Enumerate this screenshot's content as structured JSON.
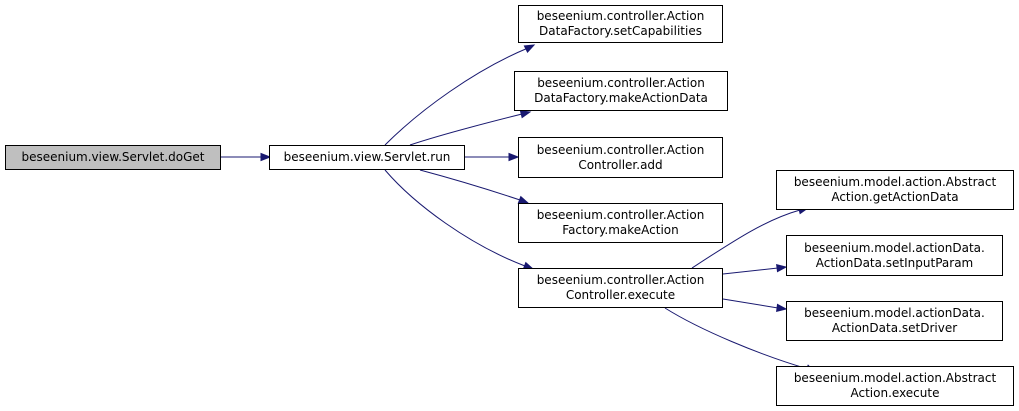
{
  "colors": {
    "edge": "#191970",
    "root_fill": "#bfbfbf",
    "node_fill": "#ffffff",
    "border": "#000000"
  },
  "nodes": {
    "doget": {
      "lines": [
        "beseenium.view.Servlet.doGet"
      ]
    },
    "run": {
      "lines": [
        "beseenium.view.Servlet.run"
      ]
    },
    "setcap": {
      "lines": [
        "beseenium.controller.Action",
        "DataFactory.setCapabilities"
      ]
    },
    "makeactiondata": {
      "lines": [
        "beseenium.controller.Action",
        "DataFactory.makeActionData"
      ]
    },
    "add": {
      "lines": [
        "beseenium.controller.Action",
        "Controller.add"
      ]
    },
    "makeaction": {
      "lines": [
        "beseenium.controller.Action",
        "Factory.makeAction"
      ]
    },
    "ctrlexecute": {
      "lines": [
        "beseenium.controller.Action",
        "Controller.execute"
      ]
    },
    "getactiondata": {
      "lines": [
        "beseenium.model.action.Abstract",
        "Action.getActionData"
      ]
    },
    "setinputparam": {
      "lines": [
        "beseenium.model.actionData.",
        "ActionData.setInputParam"
      ]
    },
    "setdriver": {
      "lines": [
        "beseenium.model.actionData.",
        "ActionData.setDriver"
      ]
    },
    "absexecute": {
      "lines": [
        "beseenium.model.action.Abstract",
        "Action.execute"
      ]
    }
  },
  "edges": [
    [
      "doget",
      "run"
    ],
    [
      "run",
      "setcap"
    ],
    [
      "run",
      "makeactiondata"
    ],
    [
      "run",
      "add"
    ],
    [
      "run",
      "makeaction"
    ],
    [
      "run",
      "ctrlexecute"
    ],
    [
      "ctrlexecute",
      "getactiondata"
    ],
    [
      "ctrlexecute",
      "setinputparam"
    ],
    [
      "ctrlexecute",
      "setdriver"
    ],
    [
      "ctrlexecute",
      "absexecute"
    ]
  ]
}
